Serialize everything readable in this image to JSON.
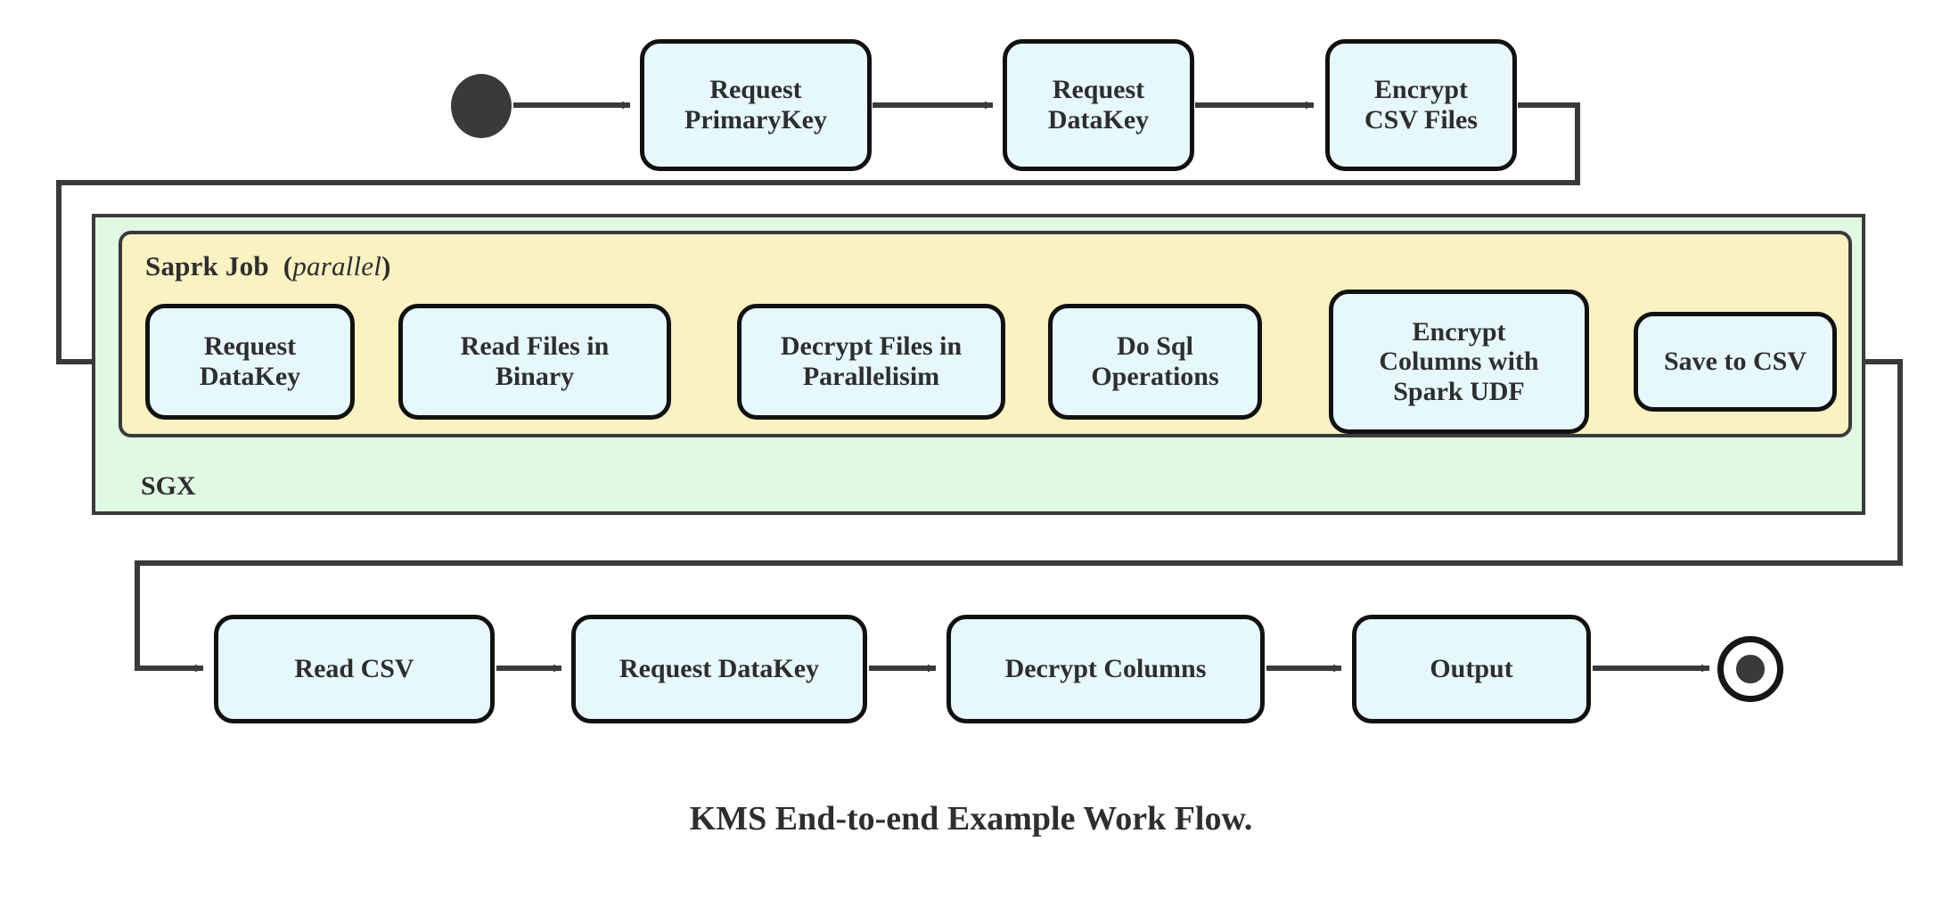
{
  "diagram": {
    "caption": "KMS End-to-end Example Work Flow.",
    "colors": {
      "node_fill": "#e7f8fc",
      "node_stroke": "#111111",
      "sgx_fill": "#e1f8e2",
      "spark_fill": "#fbf2c2",
      "line": "#3a3a3a",
      "text": "#2e2e2e",
      "background": "#ffffff"
    },
    "terminals": {
      "start": "start-node",
      "end": "end-node"
    },
    "containers": {
      "outer": {
        "label": "SGX"
      },
      "inner": {
        "label": "Saprk Job",
        "modifier": "(",
        "modifier_italic": "parallel",
        "modifier_close": ")"
      }
    },
    "rows": {
      "top": [
        {
          "id": "request-primarykey",
          "label": "Request\nPrimaryKey"
        },
        {
          "id": "request-datakey-top",
          "label": "Request\nDataKey"
        },
        {
          "id": "encrypt-csv-files",
          "label": "Encrypt\nCSV Files"
        }
      ],
      "spark": [
        {
          "id": "request-datakey-spark",
          "label": "Request\nDataKey"
        },
        {
          "id": "read-files-in-binary",
          "label": "Read Files in\nBinary"
        },
        {
          "id": "decrypt-files-in-parallelisim",
          "label": "Decrypt Files in\nParallelisim"
        },
        {
          "id": "do-sql-operations",
          "label": "Do Sql\nOperations"
        },
        {
          "id": "encrypt-columns-with-spark-udf",
          "label": "Encrypt\nColumns with\nSpark UDF"
        },
        {
          "id": "save-to-csv",
          "label": "Save to CSV"
        }
      ],
      "bottom": [
        {
          "id": "read-csv",
          "label": "Read CSV"
        },
        {
          "id": "request-datakey-bottom",
          "label": "Request DataKey"
        },
        {
          "id": "decrypt-columns",
          "label": "Decrypt Columns"
        },
        {
          "id": "output",
          "label": "Output"
        }
      ]
    },
    "flow_order": [
      "start-node",
      "request-primarykey",
      "request-datakey-top",
      "encrypt-csv-files",
      "request-datakey-spark",
      "read-files-in-binary",
      "decrypt-files-in-parallelisim",
      "do-sql-operations",
      "encrypt-columns-with-spark-udf",
      "save-to-csv",
      "read-csv",
      "request-datakey-bottom",
      "decrypt-columns",
      "output",
      "end-node"
    ]
  }
}
